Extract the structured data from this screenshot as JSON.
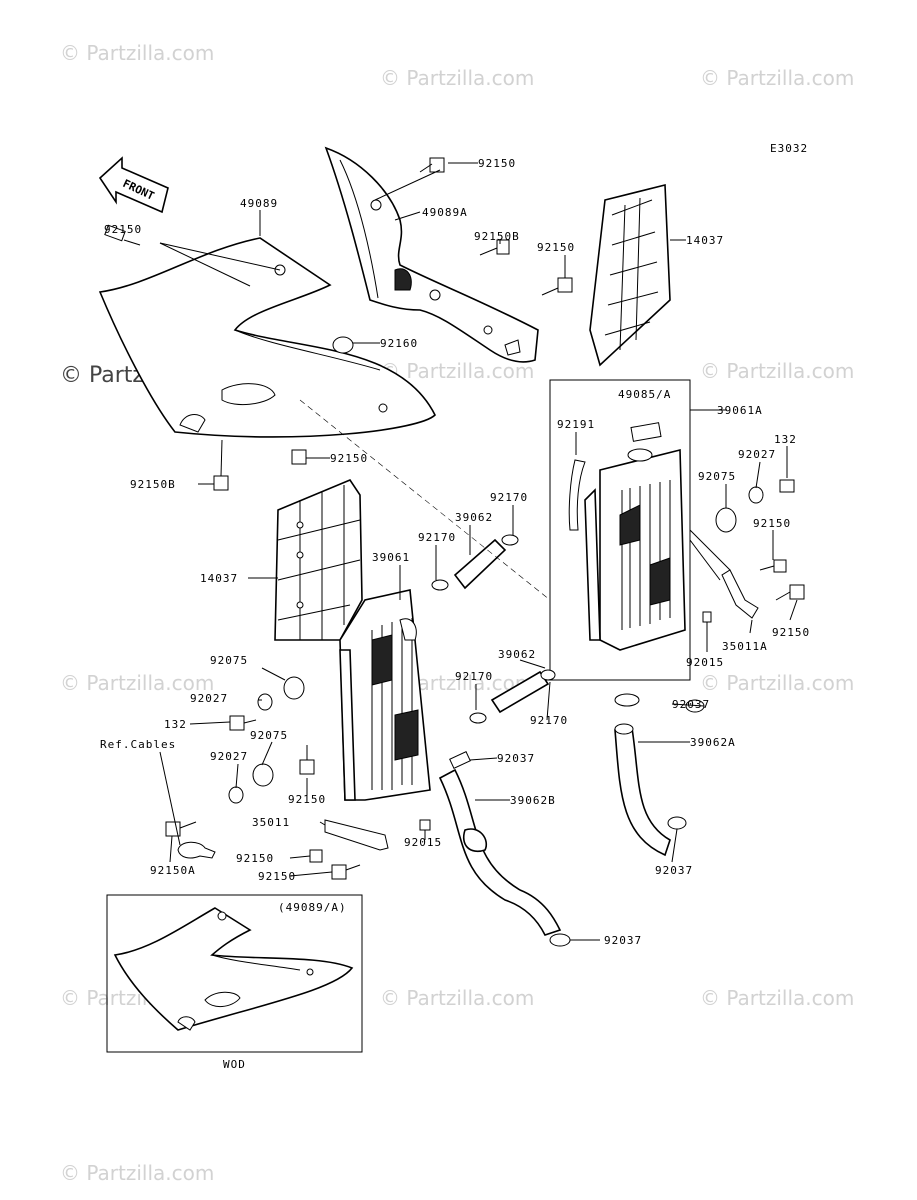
{
  "diagram_code": "E3032",
  "front_label": "FRONT",
  "watermarks": [
    "© Partzilla.com",
    "© Partzilla.com",
    "© Partzilla.com",
    "© Partzilla.com",
    "© Partzilla.com",
    "© Partzilla.com",
    "© Partzilla.com",
    "© Partzilla.com",
    "© Partzilla.com",
    "© Partzilla.com",
    "© Partzilla.com",
    "© Partzilla.com"
  ],
  "watermark_bold": "© Partzilla.com",
  "parts": {
    "p_92150_a": "92150",
    "p_49089": "49089",
    "p_92150_b": "92150",
    "p_49089a": "49089A",
    "p_92150b_top": "92150B",
    "p_92150_c": "92150",
    "p_14037_top": "14037",
    "p_92160": "92160",
    "p_92150_d": "92150",
    "p_92150b_left": "92150B",
    "p_49085a": "49085/A",
    "p_39061a": "39061A",
    "p_92191": "92191",
    "p_92170_a": "92170",
    "p_39062_a": "39062",
    "p_92170_b": "92170",
    "p_132_a": "132",
    "p_92027_a": "92027",
    "p_92075_a": "92075",
    "p_92150_e": "92150",
    "p_14037_left": "14037",
    "p_39061": "39061",
    "p_92150_f": "92150",
    "p_35011a": "35011A",
    "p_92015_a": "92015",
    "p_39062_b": "39062",
    "p_92170_c": "92170",
    "p_92075_b": "92075",
    "p_92027_b": "92027",
    "p_132_b": "132",
    "p_92075_c": "92075",
    "p_92170_d": "92170",
    "p_92037_a": "92037",
    "p_92027_c": "92027",
    "p_ref_cables": "Ref.Cables",
    "p_92037_b": "92037",
    "p_39062a": "39062A",
    "p_92150_g": "92150",
    "p_39062b": "39062B",
    "p_35011": "35011",
    "p_92015_b": "92015",
    "p_92150a": "92150A",
    "p_92150_h": "92150",
    "p_92150_i": "92150",
    "p_92037_c": "92037",
    "p_92037_d": "92037",
    "p_49089a_inset": "(49089/A)",
    "p_wod": "WOD"
  }
}
